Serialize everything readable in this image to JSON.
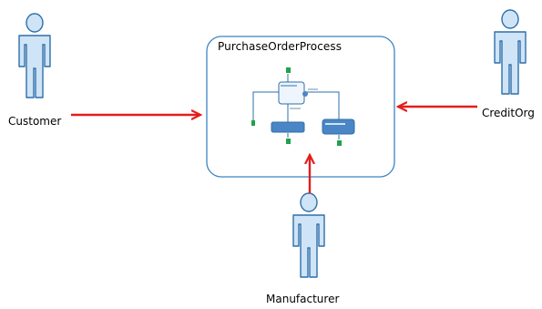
{
  "diagram": {
    "process": {
      "title": "PurchaseOrderProcess"
    },
    "actors": [
      {
        "id": "customer",
        "label": "Customer"
      },
      {
        "id": "creditorg",
        "label": "CreditOrg"
      },
      {
        "id": "manufacturer",
        "label": "Manufacturer"
      }
    ],
    "connections": [
      {
        "from": "customer",
        "to": "process"
      },
      {
        "from": "creditorg",
        "to": "process"
      },
      {
        "from": "manufacturer",
        "to": "process"
      }
    ],
    "colors": {
      "actor_fill": "#cfe4f7",
      "actor_stroke": "#2f6fa8",
      "process_border": "#3d84c4",
      "arrow": "#e51c1c",
      "node_fill": "#4a86c5",
      "port_green": "#1fa24a"
    }
  }
}
